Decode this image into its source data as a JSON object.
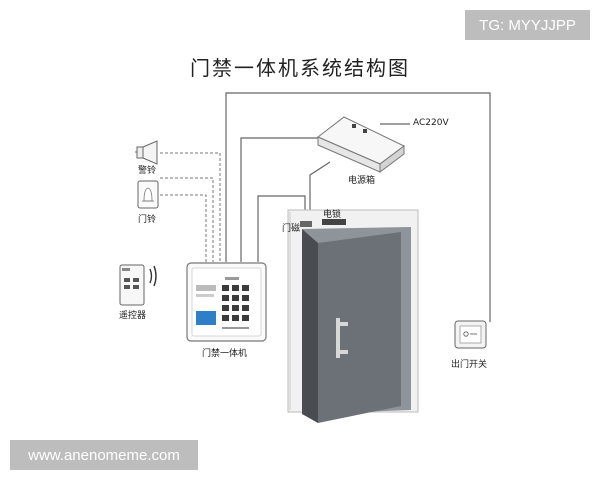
{
  "header": {
    "title": "门禁一体机系统结构图"
  },
  "badge": {
    "text": "TG: MYYJJPP"
  },
  "watermark": {
    "text": "www.anenomeme.com"
  },
  "labels": {
    "power_input": "AC220V",
    "power_box": "电源箱",
    "alarm": "警铃",
    "doorbell": "门铃",
    "remote": "遥控器",
    "electric_lock": "电锁",
    "door_magnet": "门磁",
    "controller": "门禁一体机",
    "exit_button": "出门开关"
  }
}
